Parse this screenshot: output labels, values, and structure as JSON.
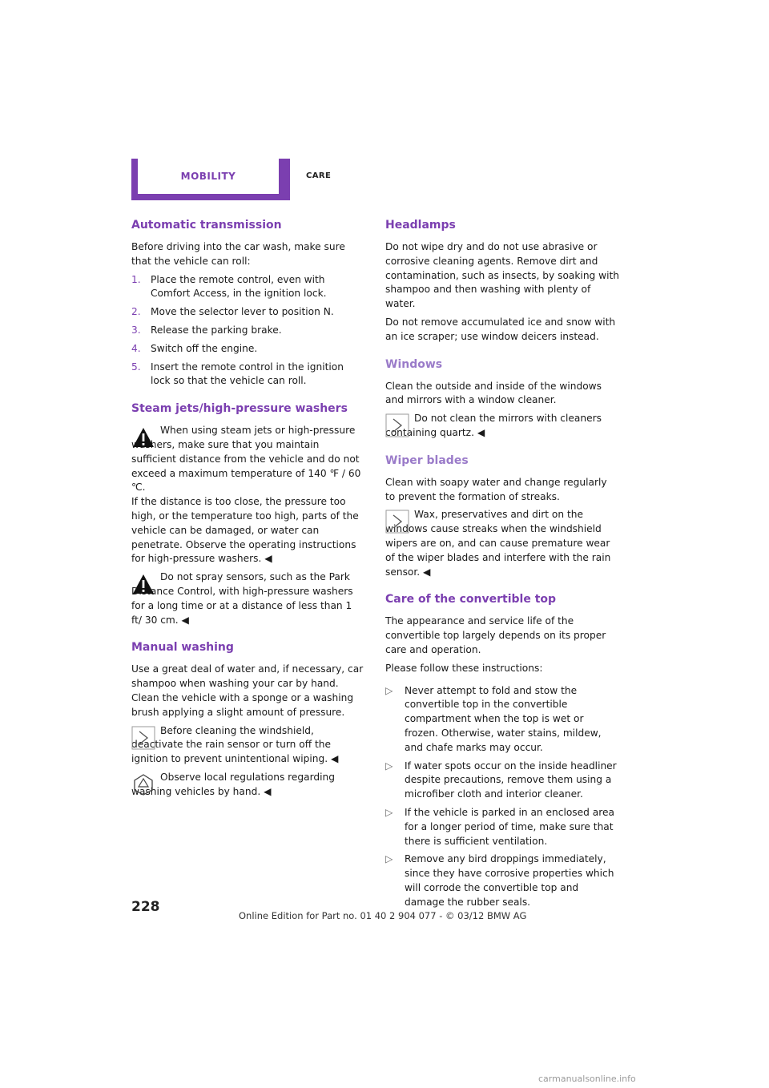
{
  "header": {
    "tab": "MOBILITY",
    "section": "CARE"
  },
  "left": {
    "auto": {
      "title": "Automatic transmission",
      "intro": "Before driving into the car wash, make sure that the vehicle can roll:",
      "steps": [
        {
          "num": "1.",
          "text": "Place the remote control, even with Comfort Access, in the ignition lock."
        },
        {
          "num": "2.",
          "text": "Move the selector lever to position N."
        },
        {
          "num": "3.",
          "text": "Release the parking brake."
        },
        {
          "num": "4.",
          "text": "Switch off the engine."
        },
        {
          "num": "5.",
          "text": "Insert the remote control in the ignition lock so that the vehicle can roll."
        }
      ]
    },
    "steam": {
      "title": "Steam jets/high-pressure washers",
      "warn1": "When using steam jets or high-pressure washers, make sure that you maintain sufficient distance from the vehicle and do not exceed a maximum temperature of 140 ℉ / 60 ℃.",
      "warn1b": "If the distance is too close, the pressure too high, or the temperature too high, parts of the vehicle can be damaged, or water can penetrate. Observe the operating instructions for high-pressure washers. ◀",
      "warn2": "Do not spray sensors, such as the Park Distance Control, with high-pressure washers for a long time or at a distance of less than 1 ft/ 30 cm. ◀"
    },
    "manual": {
      "title": "Manual washing",
      "body": "Use a great deal of water and, if necessary, car shampoo when washing your car by hand. Clean the vehicle with a sponge or a washing brush applying a slight amount of pressure.",
      "note": "Before cleaning the windshield, deactivate the rain sensor or turn off the ignition to prevent unintentional wiping. ◀",
      "eco": "Observe local regulations regarding washing vehicles by hand. ◀"
    }
  },
  "right": {
    "headlamps": {
      "title": "Headlamps",
      "p1": "Do not wipe dry and do not use abrasive or corrosive cleaning agents. Remove dirt and contamination, such as insects, by soaking with shampoo and then washing with plenty of water.",
      "p2": "Do not remove accumulated ice and snow with an ice scraper; use window deicers instead."
    },
    "windows": {
      "title": "Windows",
      "p1": "Clean the outside and inside of the windows and mirrors with a window cleaner.",
      "note": "Do not clean the mirrors with cleaners containing quartz. ◀"
    },
    "wipers": {
      "title": "Wiper blades",
      "p1": "Clean with soapy water and change regularly to prevent the formation of streaks.",
      "note": "Wax, preservatives and dirt on the windows cause streaks when the windshield wipers are on, and can cause premature wear of the wiper blades and interfere with the rain sensor. ◀"
    },
    "top": {
      "title": "Care of the convertible top",
      "p1": "The appearance and service life of the convertible top largely depends on its proper care and operation.",
      "p2": "Please follow these instructions:",
      "bullet": "▷",
      "items": [
        "Never attempt to fold and stow the convertible top in the convertible compartment when the top is wet or frozen. Otherwise, water stains, mildew, and chafe marks may occur.",
        "If water spots occur on the inside headliner despite precautions, remove them using a microfiber cloth and interior cleaner.",
        "If the vehicle is parked in an enclosed area for a longer period of time, make sure that there is sufficient ventilation.",
        "Remove any bird droppings immediately, since they have corrosive properties which will corrode the convertible top and damage the rubber seals."
      ]
    }
  },
  "footer": {
    "page": "228",
    "edition": "Online Edition for Part no. 01 40 2 904 077 - © 03/12 BMW AG",
    "watermark": "carmanualsonline.info"
  },
  "icons": {
    "warning": "warning-triangle-icon",
    "note": "note-arrow-icon",
    "eco": "recycle-icon"
  },
  "colors": {
    "accent": "#7b3fb0",
    "heading_light": "#9a7bc9"
  }
}
